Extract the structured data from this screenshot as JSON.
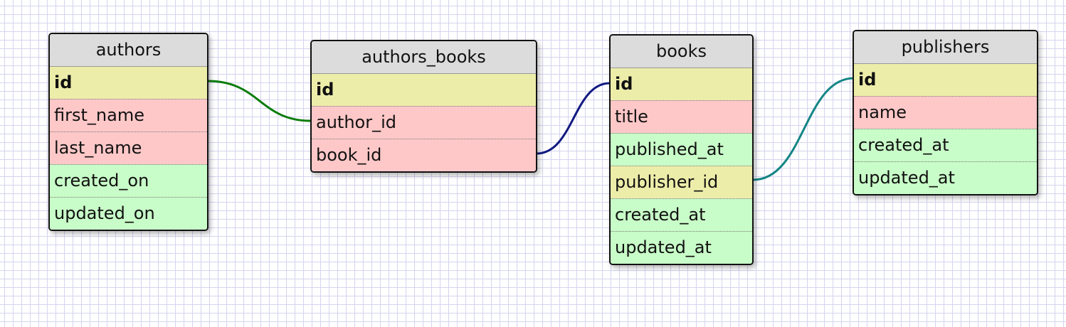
{
  "colors": {
    "grid": "#d4d4f0",
    "title_bg": "#dcdcdc",
    "primary_key": "#ededaa",
    "foreign_key": "#ffc8c8",
    "attribute": "#c8fcc8",
    "link_authors": "#0a7d0a",
    "link_books": "#111a80",
    "link_publishers": "#138585"
  },
  "tables": {
    "authors": {
      "name": "authors",
      "fields": [
        "id",
        "first_name",
        "last_name",
        "created_on",
        "updated_on"
      ]
    },
    "authors_books": {
      "name": "authors_books",
      "fields": [
        "id",
        "author_id",
        "book_id"
      ]
    },
    "books": {
      "name": "books",
      "fields": [
        "id",
        "title",
        "published_at",
        "publisher_id",
        "created_at",
        "updated_at"
      ]
    },
    "publishers": {
      "name": "publishers",
      "fields": [
        "id",
        "name",
        "created_at",
        "updated_at"
      ]
    }
  },
  "relations": [
    {
      "from": "authors.id",
      "to": "authors_books.author_id",
      "color": "#0a7d0a"
    },
    {
      "from": "authors_books.book_id",
      "to": "books.id",
      "color": "#111a80"
    },
    {
      "from": "books.publisher_id",
      "to": "publishers.id",
      "color": "#138585"
    }
  ]
}
